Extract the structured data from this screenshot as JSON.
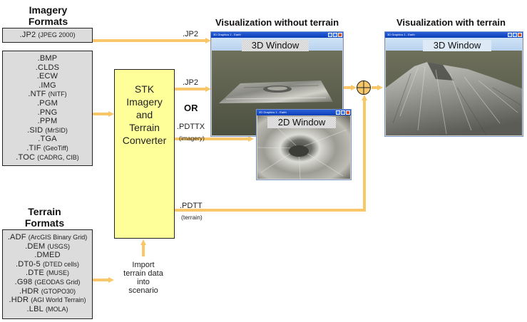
{
  "imagery": {
    "heading_line1": "Imagery",
    "heading_line2": "Formats",
    "jp2_box": {
      "main": ".JP2",
      "sub": "(JPEG 2000)"
    },
    "formats": [
      {
        "main": ".BMP",
        "sub": ""
      },
      {
        "main": ".CLDS",
        "sub": ""
      },
      {
        "main": ".ECW",
        "sub": ""
      },
      {
        "main": ".IMG",
        "sub": ""
      },
      {
        "main": ".NTF",
        "sub": "(NITF)"
      },
      {
        "main": ".PGM",
        "sub": ""
      },
      {
        "main": ".PNG",
        "sub": ""
      },
      {
        "main": ".PPM",
        "sub": ""
      },
      {
        "main": ".SID",
        "sub": "(MrSID)"
      },
      {
        "main": ".TGA",
        "sub": ""
      },
      {
        "main": ".TIF",
        "sub": "(GeoTiff)"
      },
      {
        "main": ".TOC",
        "sub": "(CADRG, CIB)"
      }
    ]
  },
  "terrain": {
    "heading_line1": "Terrain",
    "heading_line2": "Formats",
    "formats": [
      {
        "main": ".ADF",
        "sub": "(ArcGIS Binary Grid)"
      },
      {
        "main": ".DEM",
        "sub": "(USGS)"
      },
      {
        "main": ".DMED",
        "sub": ""
      },
      {
        "main": ".DT0-5",
        "sub": "(DTED cells)"
      },
      {
        "main": ".DTE",
        "sub": "(MUSE)"
      },
      {
        "main": ".G98",
        "sub": "(GEODAS Grid)"
      },
      {
        "main": ".HDR",
        "sub": "(GTOPO30)"
      },
      {
        "main": ".HDR",
        "sub": "(AGI World Terrain)"
      },
      {
        "main": ".LBL",
        "sub": "(MOLA)"
      }
    ]
  },
  "converter": {
    "lines": [
      "STK",
      "Imagery",
      "and",
      "Terrain",
      "Converter"
    ]
  },
  "flow_labels": {
    "jp2_direct": ".JP2",
    "jp2_converted": ".JP2",
    "or": "OR",
    "pdttx": ".PDTTX",
    "pdttx_sub": "(imagery)",
    "pdtt": ".PDTT",
    "pdtt_sub": "(terrain)",
    "import_lines": [
      "Import",
      "terrain data",
      "into",
      "scenario"
    ]
  },
  "visualization": {
    "without_title": "Visualization without terrain",
    "with_title": "Visualization with terrain",
    "window_3d_title": "3D Graphics 1 - Earth",
    "window_2d_title": "2D Graphics 1 - Earth",
    "label_3d": "3D Window",
    "label_2d": "2D Window"
  },
  "colors": {
    "arrow": "#f8c76a",
    "converter_fill": "#ffff99",
    "format_box_fill": "#dcdcdc",
    "titlebar": "#1c4fd0"
  }
}
